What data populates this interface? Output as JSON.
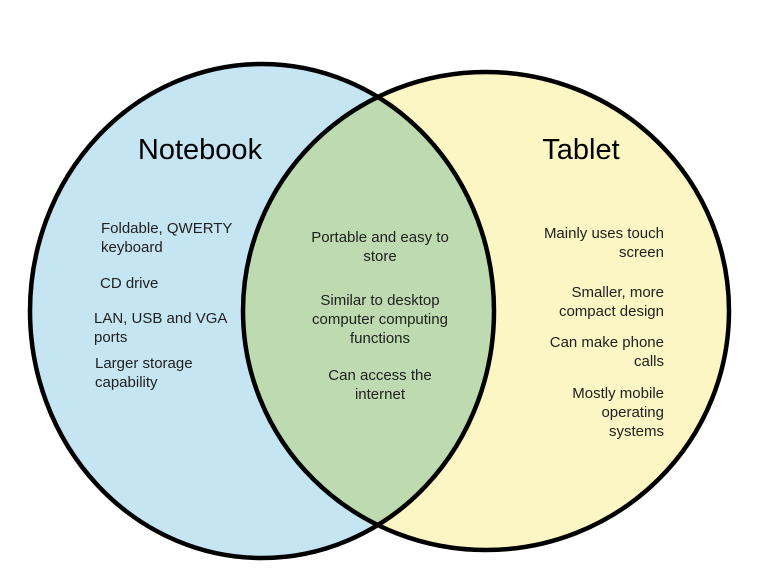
{
  "diagram": {
    "type": "venn",
    "background": "#ffffff",
    "outline_color": "#000000",
    "text_color": "#212121",
    "left": {
      "title": "Notebook",
      "fill": "#c6e5f2",
      "items": [
        "Foldable, QWERTY\nkeyboard",
        "CD drive",
        "LAN, USB and VGA\nports",
        "Larger storage\ncapability"
      ]
    },
    "right": {
      "title": "Tablet",
      "fill": "#fbf6c3",
      "items": [
        "Mainly uses touch\nscreen",
        "Smaller, more\ncompact design",
        "Can make phone\ncalls",
        "Mostly mobile\noperating\nsystems"
      ]
    },
    "intersection": {
      "fill": "#bedab0",
      "items": [
        "Portable and easy to\nstore",
        "Similar to desktop\ncomputer computing\nfunctions",
        "Can access the\ninternet"
      ]
    }
  }
}
